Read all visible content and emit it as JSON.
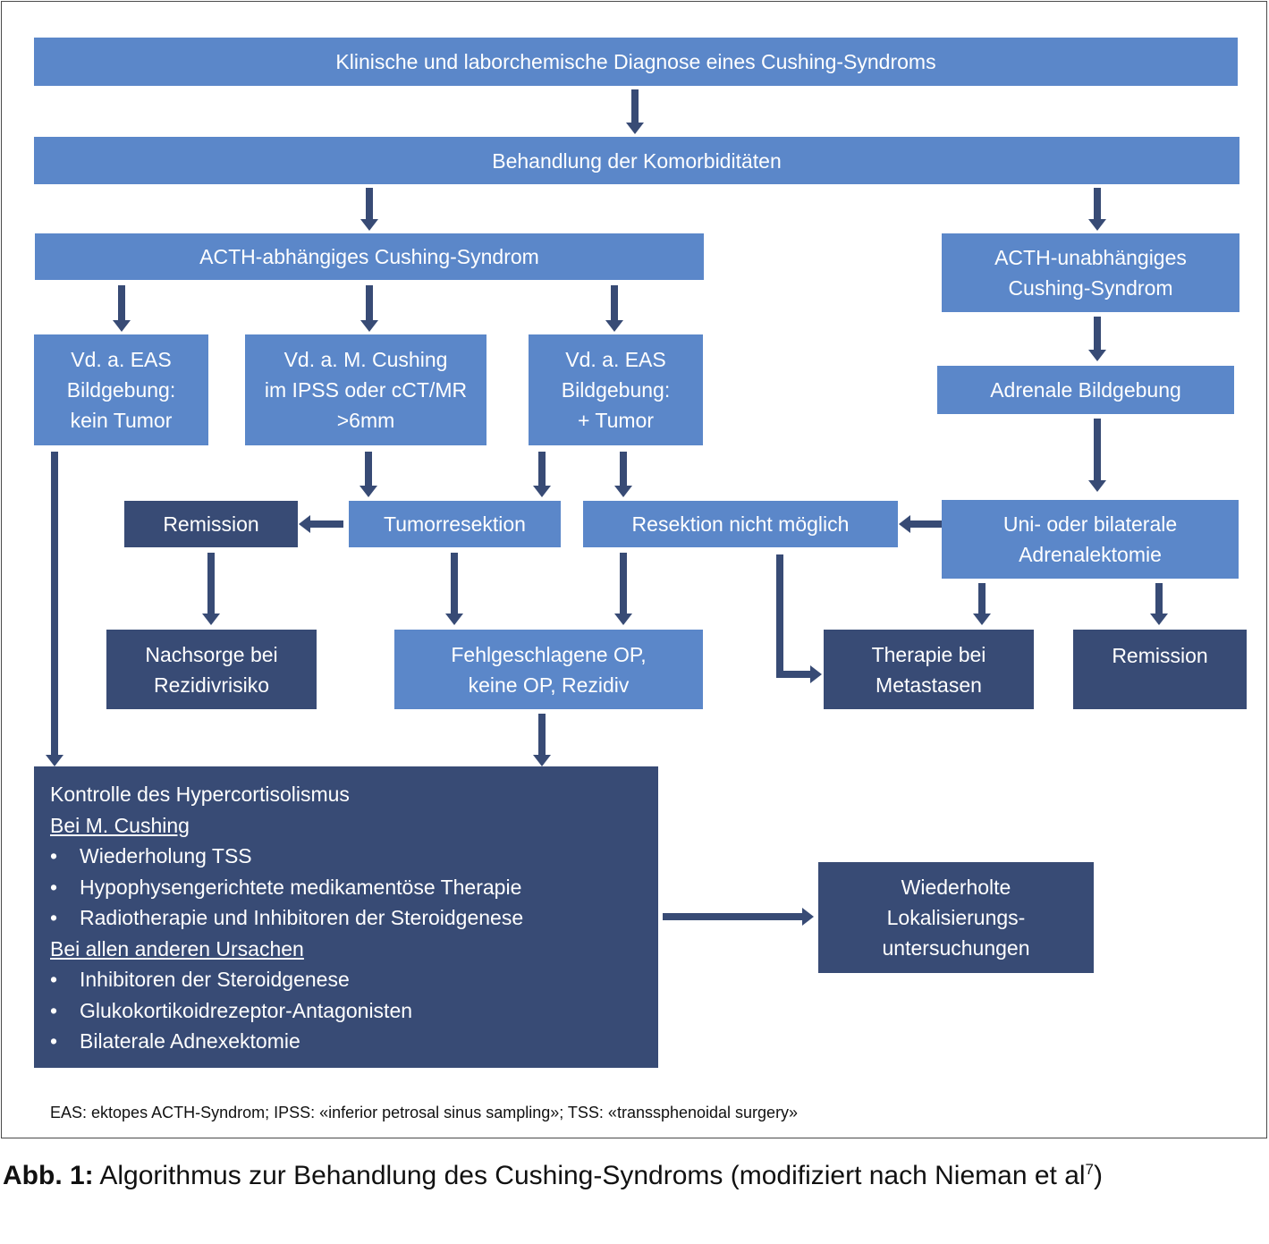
{
  "colors": {
    "light_box": "#5b87c9",
    "dark_box": "#384b75",
    "arrow": "#384b75"
  },
  "boxes": {
    "diagnose": "Klinische und laborchemische Diagnose eines Cushing-Syndroms",
    "komorbid": "Behandlung der Komorbiditäten",
    "acth_abh": "ACTH-abhängiges  Cushing-Syndrom",
    "acth_unabh": "ACTH-unabhängiges\nCushing-Syndrom",
    "eas_kein": "Vd. a. EAS\nBildgebung:\nkein Tumor",
    "mcushing": "Vd. a. M. Cushing\nim IPSS oder cCT/MR\n>6mm",
    "eas_tumor": "Vd. a. EAS\nBildgebung:\n+ Tumor",
    "adrenal_bild": "Adrenale Bildgebung",
    "remission1": "Remission",
    "tumorres": "Tumorresektion",
    "res_nicht": "Resektion nicht möglich",
    "adrenalekt": "Uni- oder bilaterale\nAdrenalektomie",
    "nachsorge": "Nachsorge bei\nRezidivrisiko",
    "fehl": "Fehlgeschlagene OP,\nkeine OP, Rezidiv",
    "metastasen": "Therapie bei\nMetastasen",
    "remission2": "Remission",
    "wiederholte": "Wiederholte\nLokalisierungs-\nuntersuchungen"
  },
  "kontrolle": {
    "title": "Kontrolle des Hypercortisolismus",
    "heading1": "Bei M. Cushing",
    "items1": [
      "Wiederholung  TSS",
      "Hypophysengerichtete medikamentöse Therapie",
      "Radiotherapie und Inhibitoren der Steroidgenese"
    ],
    "heading2": "Bei allen anderen Ursachen",
    "items2": [
      "Inhibitoren der Steroidgenese",
      "Glukokortikoidrezeptor-Antagonisten",
      "Bilaterale Adnexektomie"
    ]
  },
  "bullet": "•",
  "footnote": "EAS: ektopes ACTH-Syndrom; IPSS: «inferior petrosal sinus sampling»; TSS: «transsphenoidal surgery»",
  "caption": {
    "label": "Abb. 1:",
    "text": " Algorithmus zur Behandlung des Cushing-Syndroms (modifiziert nach Nieman et al",
    "sup": "7",
    "end": ")"
  }
}
